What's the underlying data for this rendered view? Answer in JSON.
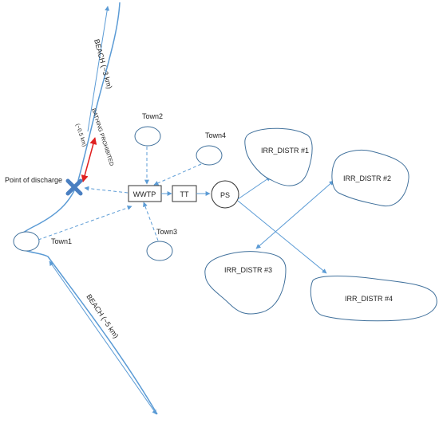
{
  "labels": {
    "beach_north": "BEACH (~3 km)",
    "bathing_prohibited": "BATHING PROHIBITED",
    "bathing_distance": "(~0.5 km)",
    "point_of_discharge": "Point of discharge",
    "beach_south": "BEACH (~5 km)"
  },
  "nodes": {
    "town1": "Town1",
    "town2": "Town2",
    "town3": "Town3",
    "town4": "Town4",
    "wwtp": "WWTP",
    "tt": "TT",
    "ps": "PS"
  },
  "districts": {
    "d1": "IRR_DISTR #1",
    "d2": "IRR_DISTR #2",
    "d3": "IRR_DISTR #3",
    "d4": "IRR_DISTR #4"
  },
  "colors": {
    "line": "#5b9bd5",
    "outline": "#41719c",
    "discharge_marker": "#4a7fc1",
    "bathing_arrow": "#e02020"
  }
}
